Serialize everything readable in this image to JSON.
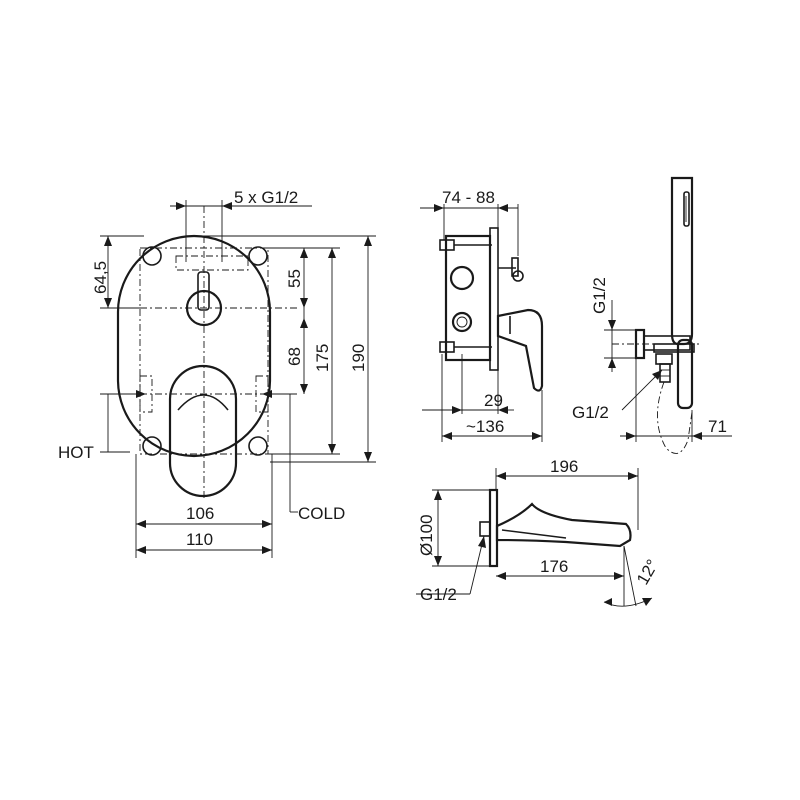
{
  "labels": {
    "inlets": "5 x G1/2",
    "dim_64_5": "64,5",
    "dim_55": "55",
    "dim_68": "68",
    "dim_175": "175",
    "dim_190": "190",
    "hot": "HOT",
    "cold": "COLD",
    "dim_106": "106",
    "dim_110": "110",
    "dim_74_88": "74 - 88",
    "dim_29": "29",
    "dim_136": "~136",
    "g12_hose_vertical": "G1/2",
    "g12_hose": "G1/2",
    "dim_71": "71",
    "dim_196": "196",
    "dim_d100": "Ø100",
    "dim_176": "176",
    "g12_spout": "G1/2",
    "angle_12": "12°"
  }
}
